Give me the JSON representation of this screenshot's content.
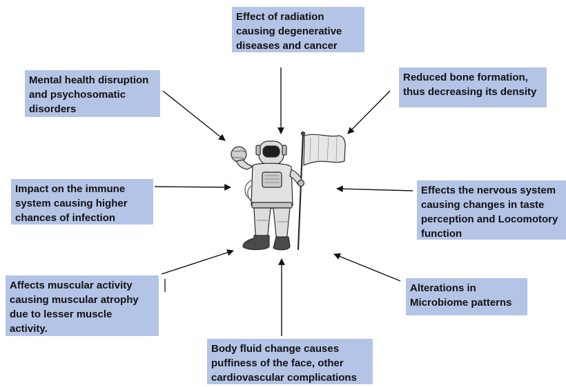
{
  "effects": {
    "radiation": "Effect of radiation\ncausing degenerative\ndiseases and cancer",
    "mental": "Mental health disruption\nand psychosomatic\ndisorders",
    "bone": "Reduced bone formation,\nthus decreasing its density",
    "immune": "Impact on the immune\nsystem causing higher\nchances of infection",
    "nervous": "Effects the nervous system\ncausing changes in taste\nperception and Locomotory\nfunction",
    "muscular": "Affects muscular activity\ncausing muscular atrophy\ndue to lesser muscle\nactivity.",
    "microbiome": "Alterations in\nMicrobiome patterns",
    "fluid": "Body fluid change causes\npuffiness of the face, other\ncardiovascular complications"
  },
  "colors": {
    "box_fill": "#b4c4e6",
    "arrow": "#111111",
    "figure_ink": "#2a2a2a"
  }
}
